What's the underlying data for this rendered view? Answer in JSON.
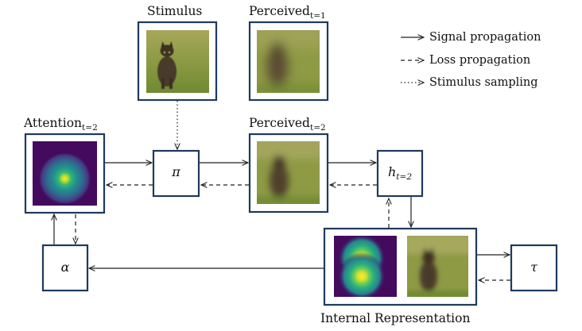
{
  "labels": {
    "stimulus": "Stimulus",
    "perceived_t1": {
      "base": "Perceived",
      "sub": "t=1"
    },
    "perceived_t2": {
      "base": "Perceived",
      "sub": "t=2"
    },
    "attention_t2": {
      "base": "Attention",
      "sub": "t=2"
    },
    "internal_representation": "Internal Representation"
  },
  "operators": {
    "pi": "π",
    "alpha": "α",
    "tau": "τ",
    "h": {
      "base": "h",
      "sub": "t=2"
    }
  },
  "legend": [
    {
      "style": "solid",
      "label": "Signal propagation"
    },
    {
      "style": "dashed",
      "label": "Loss propagation"
    },
    {
      "style": "dotted",
      "label": "Stimulus sampling"
    }
  ],
  "colors": {
    "box_border": "#1f3a5f",
    "arrow": "#222222",
    "heatmap_bg": "#440a5e",
    "heatmap_mid": "#21918c",
    "heatmap_peak": "#fde725",
    "grass": "#8f9a45",
    "cat": "#4a3a2a"
  },
  "images": {
    "stimulus": "cat-photo-sharp",
    "perceived_t1": "cat-photo-blurred-heavy",
    "perceived_t2": "cat-photo-blurred-partial",
    "attention_t2": "attention-heatmap-single-peak",
    "internal_heatmap": "attention-heatmap-double-peak",
    "internal_photo": "cat-photo-reconstruction"
  }
}
